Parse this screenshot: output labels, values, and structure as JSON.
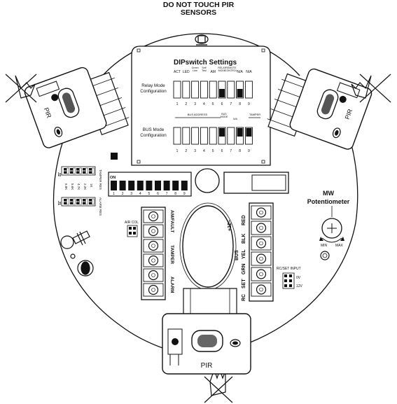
{
  "warning": {
    "line1": "DO NOT TOUCH PIR",
    "line2": "SENSORS"
  },
  "dip_settings": {
    "title": "DIPswitch Settings",
    "relay_label": [
      "Relay Mode",
      "Configuration"
    ],
    "bus_label": [
      "BUS Mode",
      "Configuration"
    ],
    "relay_headers": [
      "ACT",
      "LED",
      "Green\nLine",
      "Self\nTest",
      "AM",
      "RELAY\nMODE",
      "REMOTE\nCONTROL",
      "N/A",
      "N/A"
    ],
    "bus_headers": [
      "BUS ADDRESS",
      "BUS\nMODE",
      "N/A",
      "TAMPER"
    ],
    "numbers": [
      "1",
      "2",
      "3",
      "4",
      "5",
      "6",
      "7",
      "8",
      "9"
    ],
    "relay_on": [
      6,
      8
    ],
    "bus_on": [
      6,
      8,
      9
    ]
  },
  "dip_main": {
    "on_label": "ON",
    "numbers": [
      "1",
      "2",
      "3",
      "4",
      "5",
      "6",
      "7",
      "8",
      "9"
    ]
  },
  "jumpers": {
    "upper_left": "J2",
    "upper_right": "TAMPER\nRES",
    "lower_left": "J1",
    "lower_right": "ALARM\nRES",
    "values": [
      "6.8K",
      "5.6K",
      "4.7K",
      "2.2K",
      "1K"
    ]
  },
  "aircol": "AIR COL",
  "left_terminal": [
    "AM/FAULT",
    "TAMPER",
    "ALARM"
  ],
  "right_terminal": [
    "+12~",
    "RED",
    "BLK",
    "BUS",
    "YEL",
    "GRN",
    "SET",
    "RC"
  ],
  "right_terminal_extra": "|",
  "pot": {
    "title_1": "MW",
    "title_2": "Potentiometer",
    "min": "MIN",
    "max": "MAX"
  },
  "rcset": {
    "title": "RC/SET INPUT",
    "opt1": "0V",
    "opt2": "12V"
  },
  "pir_labels": [
    "PIR",
    "PIR",
    "PIR"
  ]
}
